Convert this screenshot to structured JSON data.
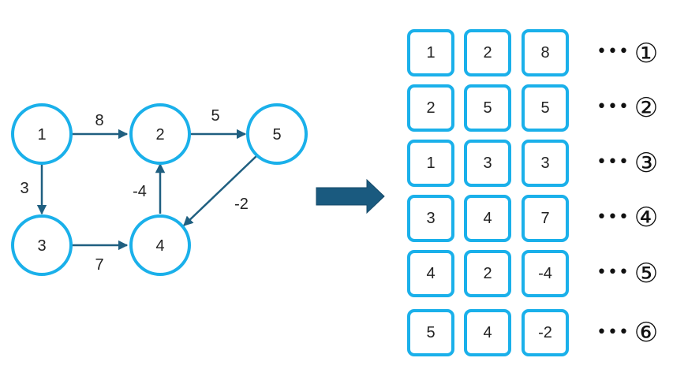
{
  "graph": {
    "nodes": [
      {
        "id": "n1",
        "label": "1"
      },
      {
        "id": "n2",
        "label": "2"
      },
      {
        "id": "n5",
        "label": "5"
      },
      {
        "id": "n3",
        "label": "3"
      },
      {
        "id": "n4",
        "label": "4"
      }
    ],
    "edges": [
      {
        "from": "1",
        "to": "2",
        "weight": "8"
      },
      {
        "from": "2",
        "to": "5",
        "weight": "5"
      },
      {
        "from": "1",
        "to": "3",
        "weight": "3"
      },
      {
        "from": "4",
        "to": "2",
        "weight": "-4"
      },
      {
        "from": "5",
        "to": "4",
        "weight": "-2"
      },
      {
        "from": "3",
        "to": "4",
        "weight": "7"
      }
    ],
    "colors": {
      "node_stroke": "#1ab0ea",
      "edge": "#1f5f80",
      "arrow": "#1a5a7f"
    }
  },
  "table": {
    "rows": [
      {
        "cells": [
          "1",
          "2",
          "8"
        ],
        "dots": "•••",
        "index": "①"
      },
      {
        "cells": [
          "2",
          "5",
          "5"
        ],
        "dots": "•••",
        "index": "②"
      },
      {
        "cells": [
          "1",
          "3",
          "3"
        ],
        "dots": "•••",
        "index": "③"
      },
      {
        "cells": [
          "3",
          "4",
          "7"
        ],
        "dots": "•••",
        "index": "④"
      },
      {
        "cells": [
          "4",
          "2",
          "-4"
        ],
        "dots": "•••",
        "index": "⑤"
      },
      {
        "cells": [
          "5",
          "4",
          "-2"
        ],
        "dots": "•••",
        "index": "⑥"
      }
    ],
    "colors": {
      "cell_border": "#1ab0ea"
    }
  }
}
